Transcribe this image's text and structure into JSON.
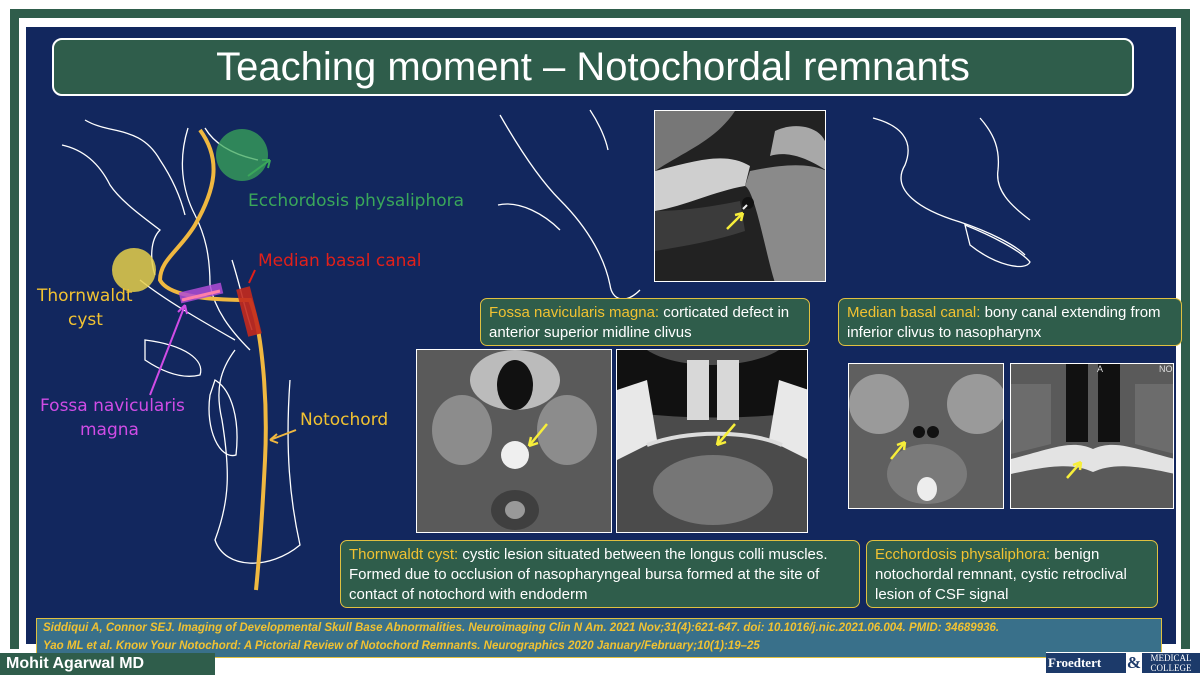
{
  "slide": {
    "title": "Teaching moment – Notochordal remnants",
    "diagram_labels": {
      "ecchordosis": "Ecchordosis physaliphora",
      "median_basal_canal": "Median basal canal",
      "thornwaldt_line1": "Thornwaldt",
      "thornwaldt_line2": "cyst",
      "fossa_line1": "Fossa navicularis",
      "fossa_line2": "magna",
      "notochord": "Notochord"
    },
    "captions": {
      "fossa": {
        "term": "Fossa navicularis magna:",
        "text": " corticated defect in anterior superior midline clivus"
      },
      "median": {
        "term": "Median basal canal:",
        "text": " bony canal extending from inferior clivus to nasopharynx"
      },
      "thornwaldt": {
        "term": "Thornwaldt cyst:",
        "text": " cystic lesion situated between the longus colli muscles. Formed due to occlusion of nasopharyngeal bursa formed at the site of contact of notochord with endoderm"
      },
      "ecchordosis": {
        "term": "Ecchordosis physaliphora:",
        "text": " benign notochordal remnant, cystic retroclival lesion of CSF signal"
      }
    },
    "image_corner_labels": {
      "a": "A",
      "no": "NO"
    },
    "references": [
      "Siddiqui A, Connor SEJ. Imaging of Developmental Skull Base Abnormalities. Neuroimaging Clin N Am. 2021 Nov;31(4):621-647. doi: 10.1016/j.nic.2021.06.004. PMID: 34689936.",
      "Yao ML et al. Know Your Notochord: A Pictorial Review of Notochord Remnants. Neurographics 2020 January/February;10(1):19–25"
    ],
    "author": "Mohit Agarwal MD",
    "logo": {
      "left": "Froedtert",
      "amp": "&",
      "right_line1": "MEDICAL",
      "right_line2": "COLLEGE"
    }
  },
  "colors": {
    "slide_bg": "#12275e",
    "green": "#2f5d4b",
    "yellow": "#f1c232",
    "notochord": "#f0b840",
    "red_label": "#e0201a",
    "magenta_label": "#d04ce6",
    "green_label": "#3aa75a"
  }
}
